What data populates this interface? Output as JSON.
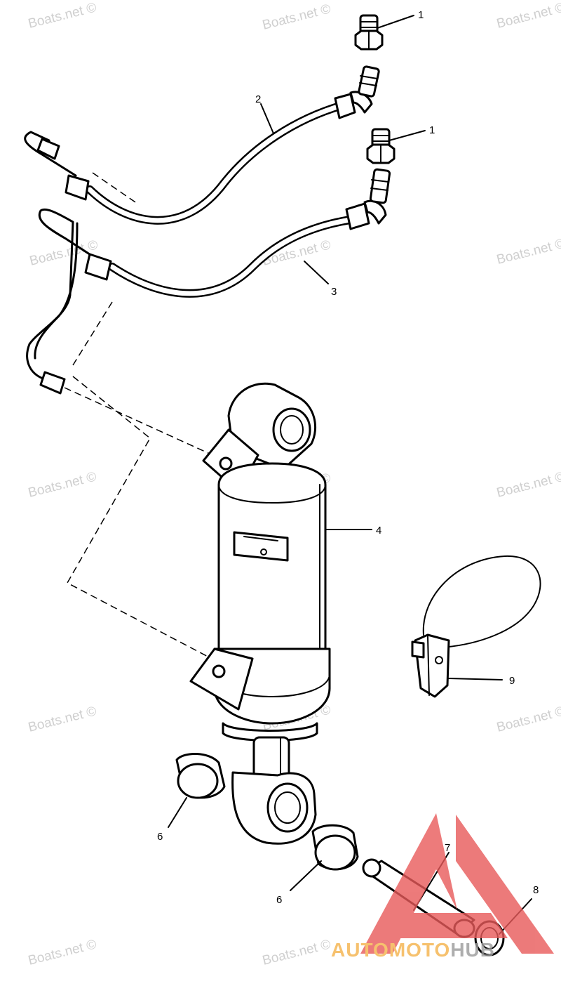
{
  "watermark": "Boats.net ©",
  "logo": {
    "prefix": "AUTOMOTO",
    "suffix": "HUB",
    "accent": "#e85a5a",
    "gold": "#f4b24a",
    "gray": "#9b9b9b"
  },
  "callouts": [
    "1",
    "2",
    "1",
    "3",
    "4",
    "9",
    "6",
    "7",
    "6",
    "8"
  ]
}
